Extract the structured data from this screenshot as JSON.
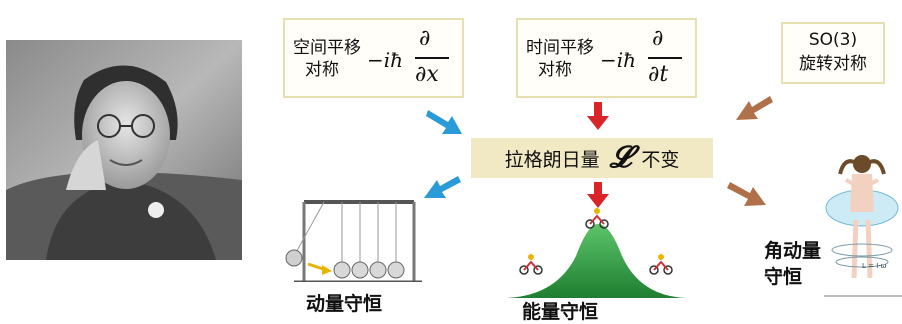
{
  "symmetries": {
    "spatial": {
      "line1": "空间平移",
      "line2": "对称",
      "operator_prefix": "−iħ",
      "numerator": "∂",
      "denominator": "∂x"
    },
    "temporal": {
      "line1": "时间平移",
      "line2": "对称",
      "operator_prefix": "−iħ",
      "numerator": "∂",
      "denominator": "∂t"
    },
    "rotational": {
      "line1": "SO(3)",
      "line2": "旋转对称"
    }
  },
  "lagrangian": {
    "prefix": "拉格朗日量",
    "symbol": "𝓛",
    "suffix": "不变"
  },
  "conservation": {
    "momentum": "动量守恒",
    "energy": "能量守恒",
    "angular_line1": "角动量",
    "angular_line2": "守恒"
  },
  "skater_formula": "L = I·ω",
  "colors": {
    "blue_arrow": "#2a9bd8",
    "red_arrow": "#d9252a",
    "brown_arrow": "#b0714a",
    "box_border": "#e6dfb0",
    "center_fill": "#f1e9c4",
    "hill_green": "#2e9e44"
  }
}
